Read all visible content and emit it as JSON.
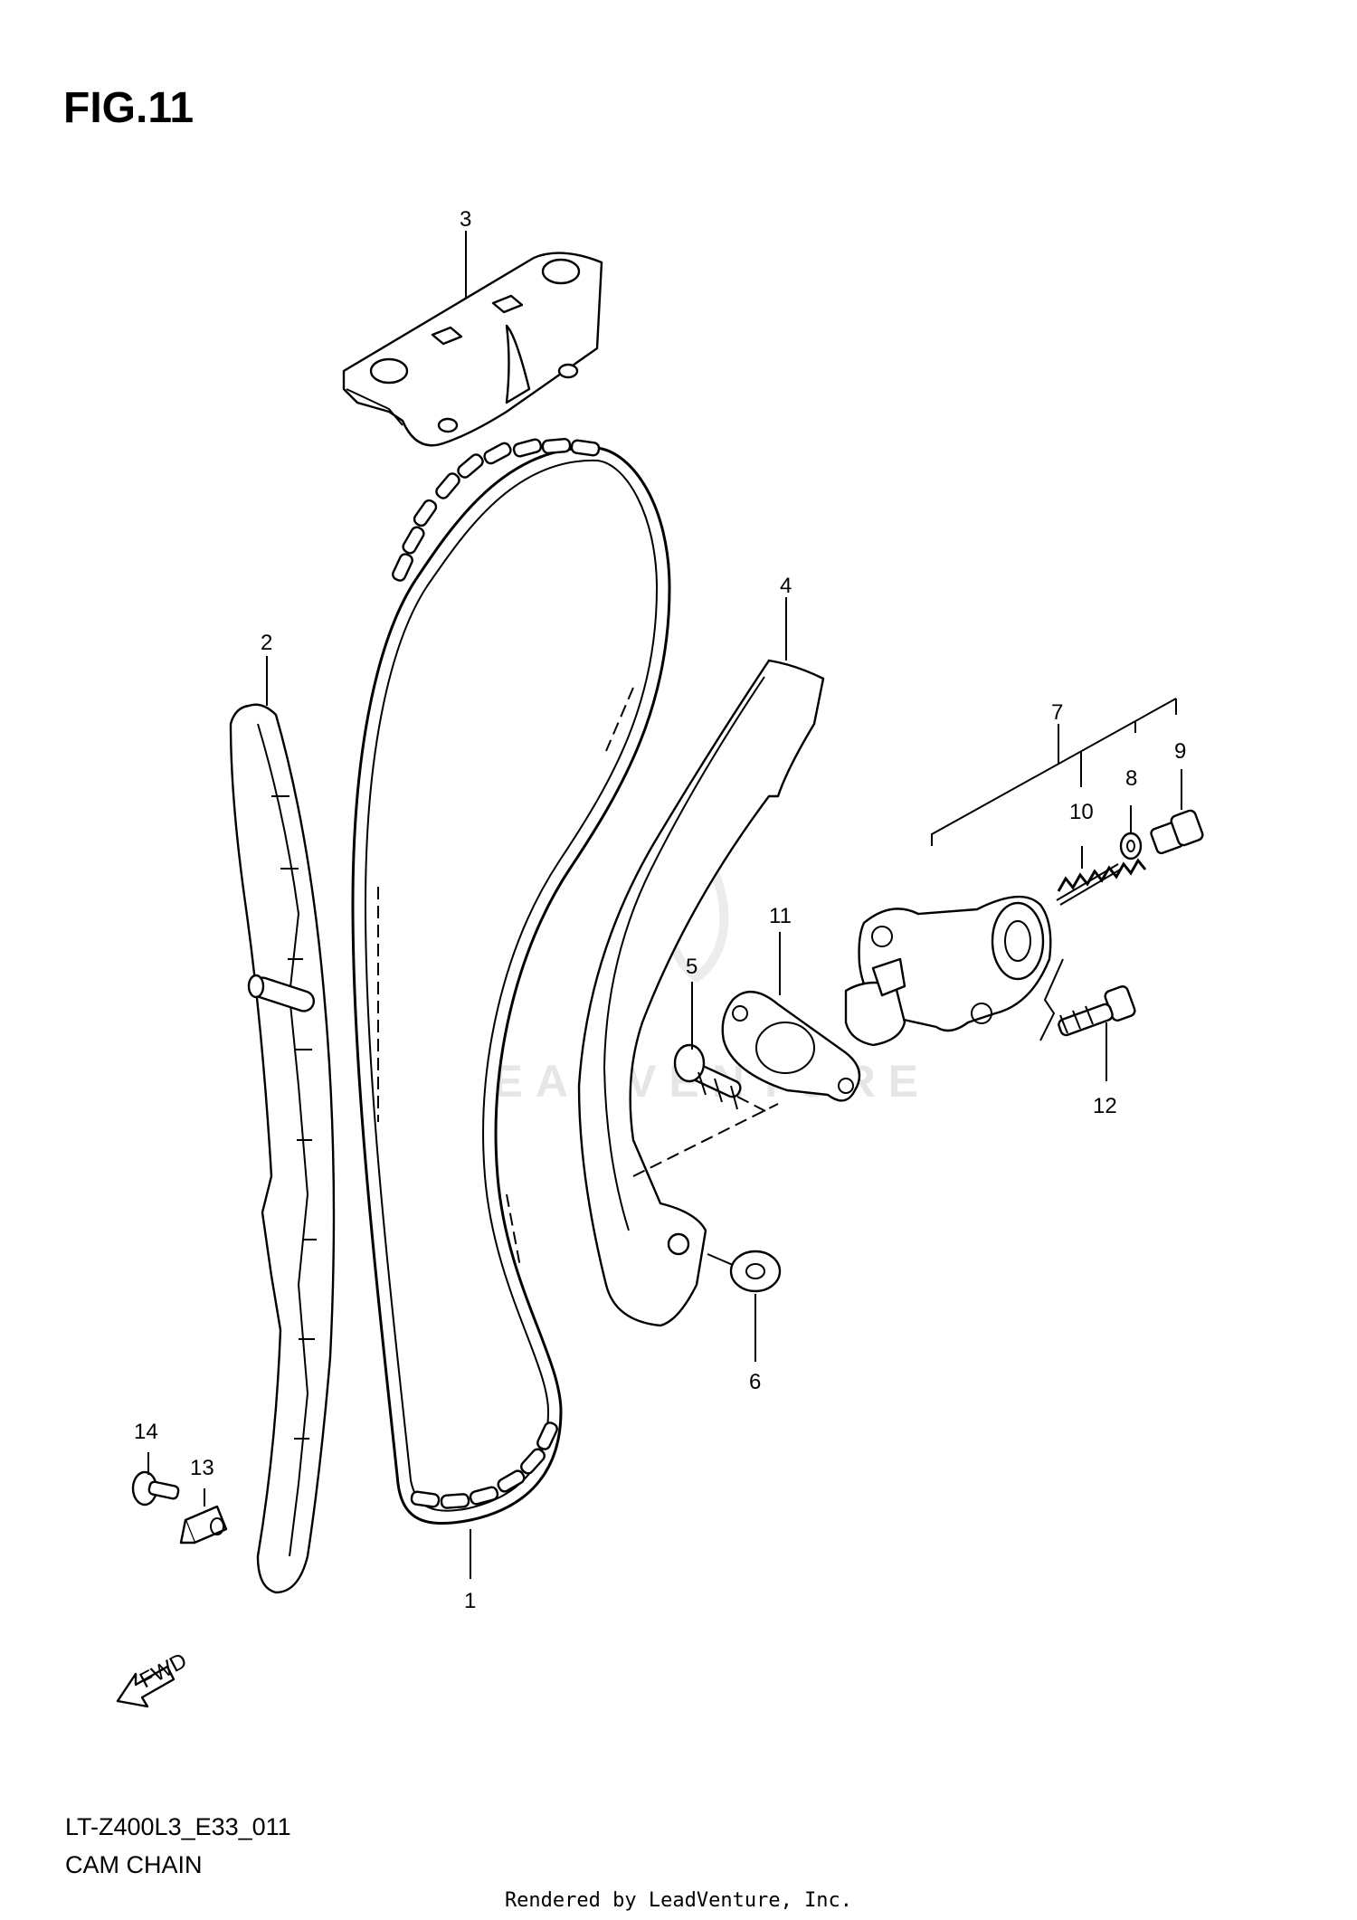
{
  "figure": {
    "title": "FIG.11",
    "model_code": "LT-Z400L3_E33_011",
    "section_name": "CAM CHAIN",
    "rendered_by": "Rendered by LeadVenture, Inc.",
    "watermark": "LEADVENTURE",
    "fwd_label": "FWD"
  },
  "callouts": [
    "1",
    "2",
    "3",
    "4",
    "5",
    "6",
    "7",
    "8",
    "9",
    "10",
    "11",
    "12",
    "13",
    "14"
  ]
}
